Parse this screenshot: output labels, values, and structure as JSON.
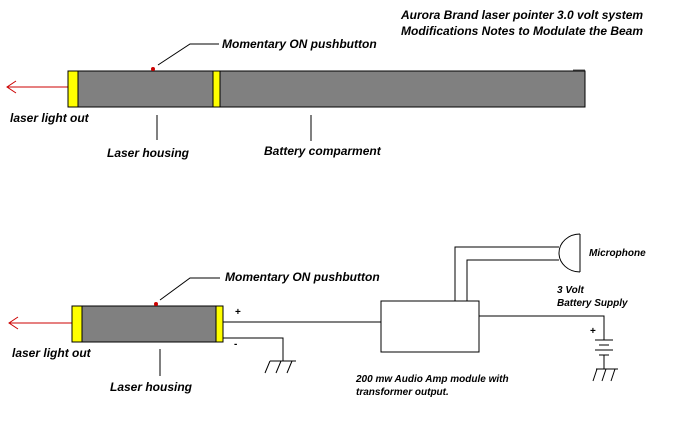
{
  "title": {
    "line1": "Aurora Brand laser pointer  3.0 volt system",
    "line2": "Modifications Notes to Modulate the Beam"
  },
  "colors": {
    "housing": "#808080",
    "lens_cap": "#ffff00",
    "beam": "#cc0000",
    "button": "#cc0000",
    "line": "#000000",
    "background": "#ffffff"
  },
  "top_diagram": {
    "pushbutton_label": "Momentary ON pushbutton",
    "light_out_label": "laser light out",
    "laser_housing_label": "Laser housing",
    "battery_label": "Battery comparment"
  },
  "bottom_diagram": {
    "pushbutton_label": "Momentary ON pushbutton",
    "light_out_label": "laser light out",
    "laser_housing_label": "Laser housing",
    "plus_terminal": "+",
    "minus_terminal": "-",
    "amp_label_line1": "200 mw Audio Amp module with",
    "amp_label_line2": "transformer output.",
    "microphone_label": "Microphone",
    "supply_label_line1": "3 Volt",
    "supply_label_line2": "Battery Supply",
    "battery_plus": "+"
  }
}
